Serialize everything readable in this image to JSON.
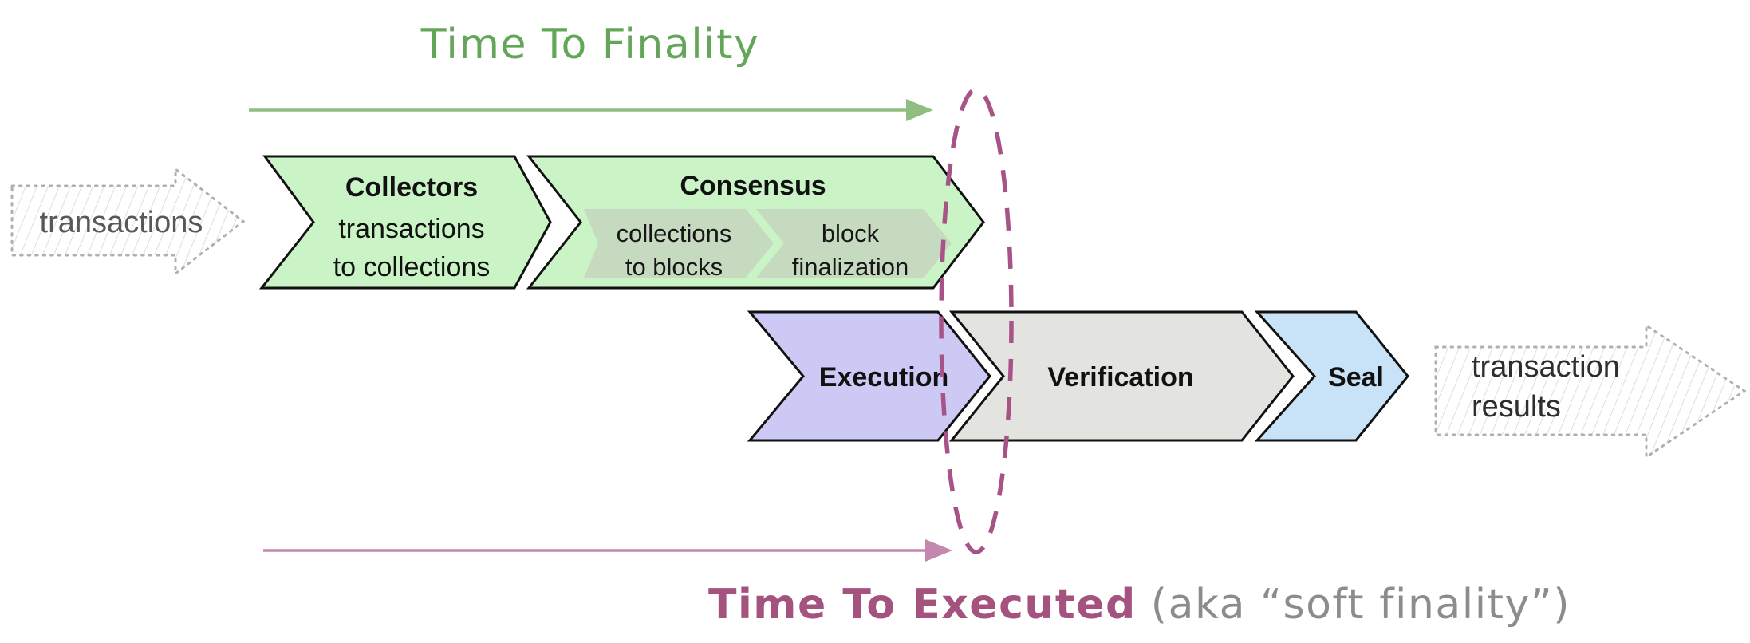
{
  "canvas": {
    "bg": "#ffffff"
  },
  "titles": {
    "finality": {
      "text": "Time To Finality",
      "color": "#64a659"
    },
    "executed": {
      "text": "Time To Executed",
      "color": "#a4527e"
    },
    "executed_suffix": {
      "text": " (aka “soft finality”)",
      "color": "#8c8c8c"
    }
  },
  "arrows": {
    "finality": {
      "color": "#8fbe80"
    },
    "executed": {
      "color": "#c687ae"
    },
    "ellipse": {
      "color": "#a85387"
    }
  },
  "input_arrow": {
    "label": "transactions",
    "text_color": "#585858",
    "border_color": "#b0b0b0",
    "hatch_color": "#d6d6d6"
  },
  "output_arrow": {
    "line1": "transaction",
    "line2": "results",
    "text_color": "#2e2e2e",
    "border_color": "#b0b0b0",
    "hatch_color": "#d6d6d6"
  },
  "stages": [
    {
      "title": "Collectors",
      "line1": "transactions",
      "line2": "to collections",
      "fill": "#cbf4c6",
      "stroke": "#111111"
    },
    {
      "title": "Consensus",
      "fill": "#cbf4c6",
      "stroke": "#111111",
      "substage_fill": "#c6dabf",
      "sub1": {
        "line1": "collections",
        "line2": "to blocks"
      },
      "sub2": {
        "line1": "block",
        "line2": "finalization"
      }
    },
    {
      "title": "Execution",
      "fill": "#ccc9f5",
      "stroke": "#111111"
    },
    {
      "title": "Verification",
      "fill": "#e3e3e0",
      "stroke": "#111111"
    },
    {
      "title": "Seal",
      "fill": "#c8e3f8",
      "stroke": "#111111"
    }
  ]
}
